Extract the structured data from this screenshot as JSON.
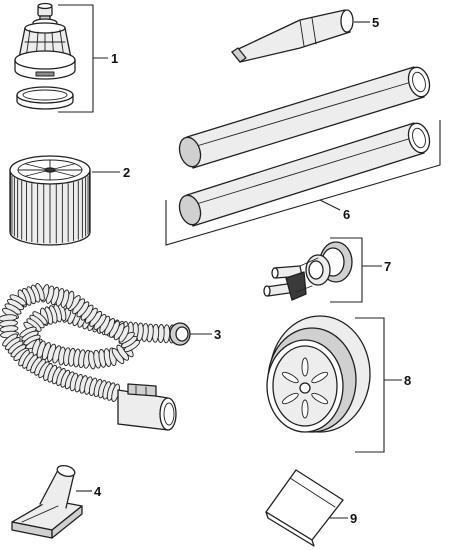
{
  "callouts": [
    {
      "label": "1"
    },
    {
      "label": "2"
    },
    {
      "label": "3"
    },
    {
      "label": "4"
    },
    {
      "label": "5"
    },
    {
      "label": "6"
    },
    {
      "label": "7"
    },
    {
      "label": "8"
    },
    {
      "label": "9"
    }
  ],
  "colors": {
    "line": "#231f20",
    "shade_light": "#ededed",
    "shade_mid": "#d0d0d0",
    "shade_dark": "#8c8c8c"
  }
}
